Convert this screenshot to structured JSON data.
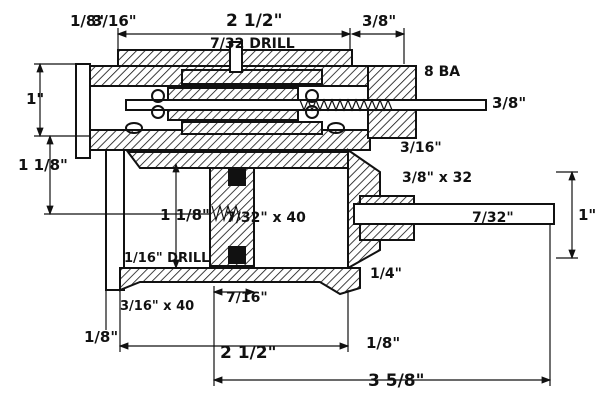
{
  "colors": {
    "ink": "#111111",
    "paper": "#ffffff"
  },
  "dimensions": {
    "top_1_8": "1/8\"",
    "top_3_16": "3/16\"",
    "top_2_1_2": "2 1/2\"",
    "top_3_8": "3/8\"",
    "drill_7_32": "7/32 DRILL",
    "tap_8ba": "8 BA",
    "left_1": "1\"",
    "rod_3_8": "3/8\"",
    "bolt_3_16": "3/16\"",
    "left_1_1_8": "1 1/8\"",
    "nut_3_8x32": "3/8\" x 32",
    "inner_1_1_8": "1 1/8\"",
    "thread_7_32x40": "7/32\" x 40",
    "pipe_7_32": "7/32\"",
    "right_1": "1\"",
    "drill_1_16": "1/16\" DRILL",
    "thread_3_16x40": "3/16\" x 40",
    "quarter": "1/4\"",
    "gap_7_16": "7/16\"",
    "bottom_1_8_left": "1/8\"",
    "bottom_2_1_2": "2 1/2\"",
    "bottom_1_8_right": "1/8\"",
    "overall_3_5_8": "3 5/8\""
  }
}
